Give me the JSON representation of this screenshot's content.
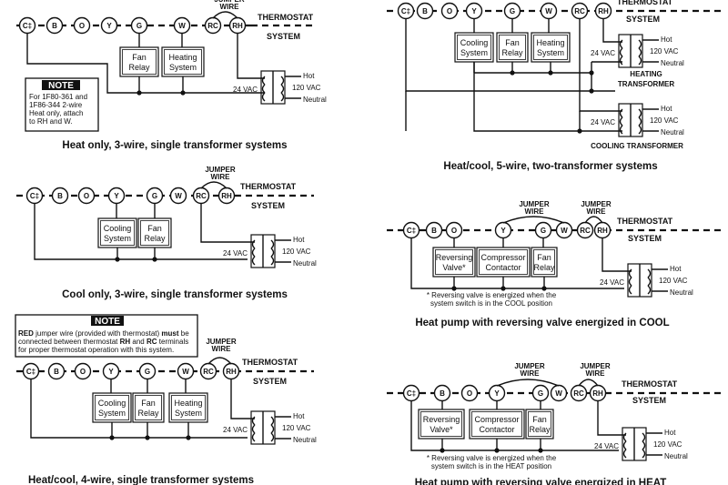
{
  "labels": {
    "jumper": "JUMPER",
    "wire": "WIRE",
    "thermostat": "THERMOSTAT",
    "system": "SYSTEM",
    "hot": "Hot",
    "neutral": "Neutral",
    "v24": "24 VAC",
    "v120": "120 VAC",
    "transformer": "TRANSFORMER",
    "heating_transformer": "HEATING",
    "heating_transformer2": "TRANSFORMER",
    "cooling_transformer": "COOLING TRANSFORMER"
  },
  "terminals": {
    "c": "C‡",
    "b": "B",
    "o": "O",
    "y": "Y",
    "g": "G",
    "w": "W",
    "rc": "RC",
    "rh": "RH"
  },
  "components": {
    "fan": [
      "Fan",
      "Relay"
    ],
    "heating": [
      "Heating",
      "System"
    ],
    "cooling": [
      "Cooling",
      "System"
    ],
    "reversing": [
      "Reversing",
      "Valve*"
    ],
    "compressor": [
      "Compressor",
      "Contactor"
    ]
  },
  "note1": {
    "title": "NOTE",
    "lines": [
      "For 1F80-361 and",
      "1F86-344  2-wire",
      "Heat only, attach",
      "to RH and W."
    ]
  },
  "note2": {
    "title": "NOTE",
    "line1_bold": "RED",
    "line1_a": " jumper wire (provided with thermostat) ",
    "line1_bold2": "must",
    "line1_b": " be",
    "line2_a": "connected between thermostat ",
    "line2_bold": "RH",
    "line2_b": " and ",
    "line2_bold2": "RC",
    "line2_c": " terminals",
    "line3": "for proper thermostat operation with this system."
  },
  "footnotes": {
    "cool_a": "* Reversing valve is energized when the",
    "cool_b": "system switch is in the COOL position",
    "heat_a": "* Reversing valve is energized when the",
    "heat_b": "system switch is in the HEAT position"
  },
  "captions": {
    "heat_only": "Heat only,  3-wire, single transformer systems",
    "cool_only": "Cool only, 3-wire, single transformer systems",
    "heat_cool_4": "Heat/cool, 4-wire, single transformer systems",
    "heat_cool_5": "Heat/cool, 5-wire, two-transformer systems",
    "hp_cool": "Heat pump with reversing valve energized in COOL",
    "hp_heat": "Heat pump with reversing valve energized in HEAT"
  }
}
